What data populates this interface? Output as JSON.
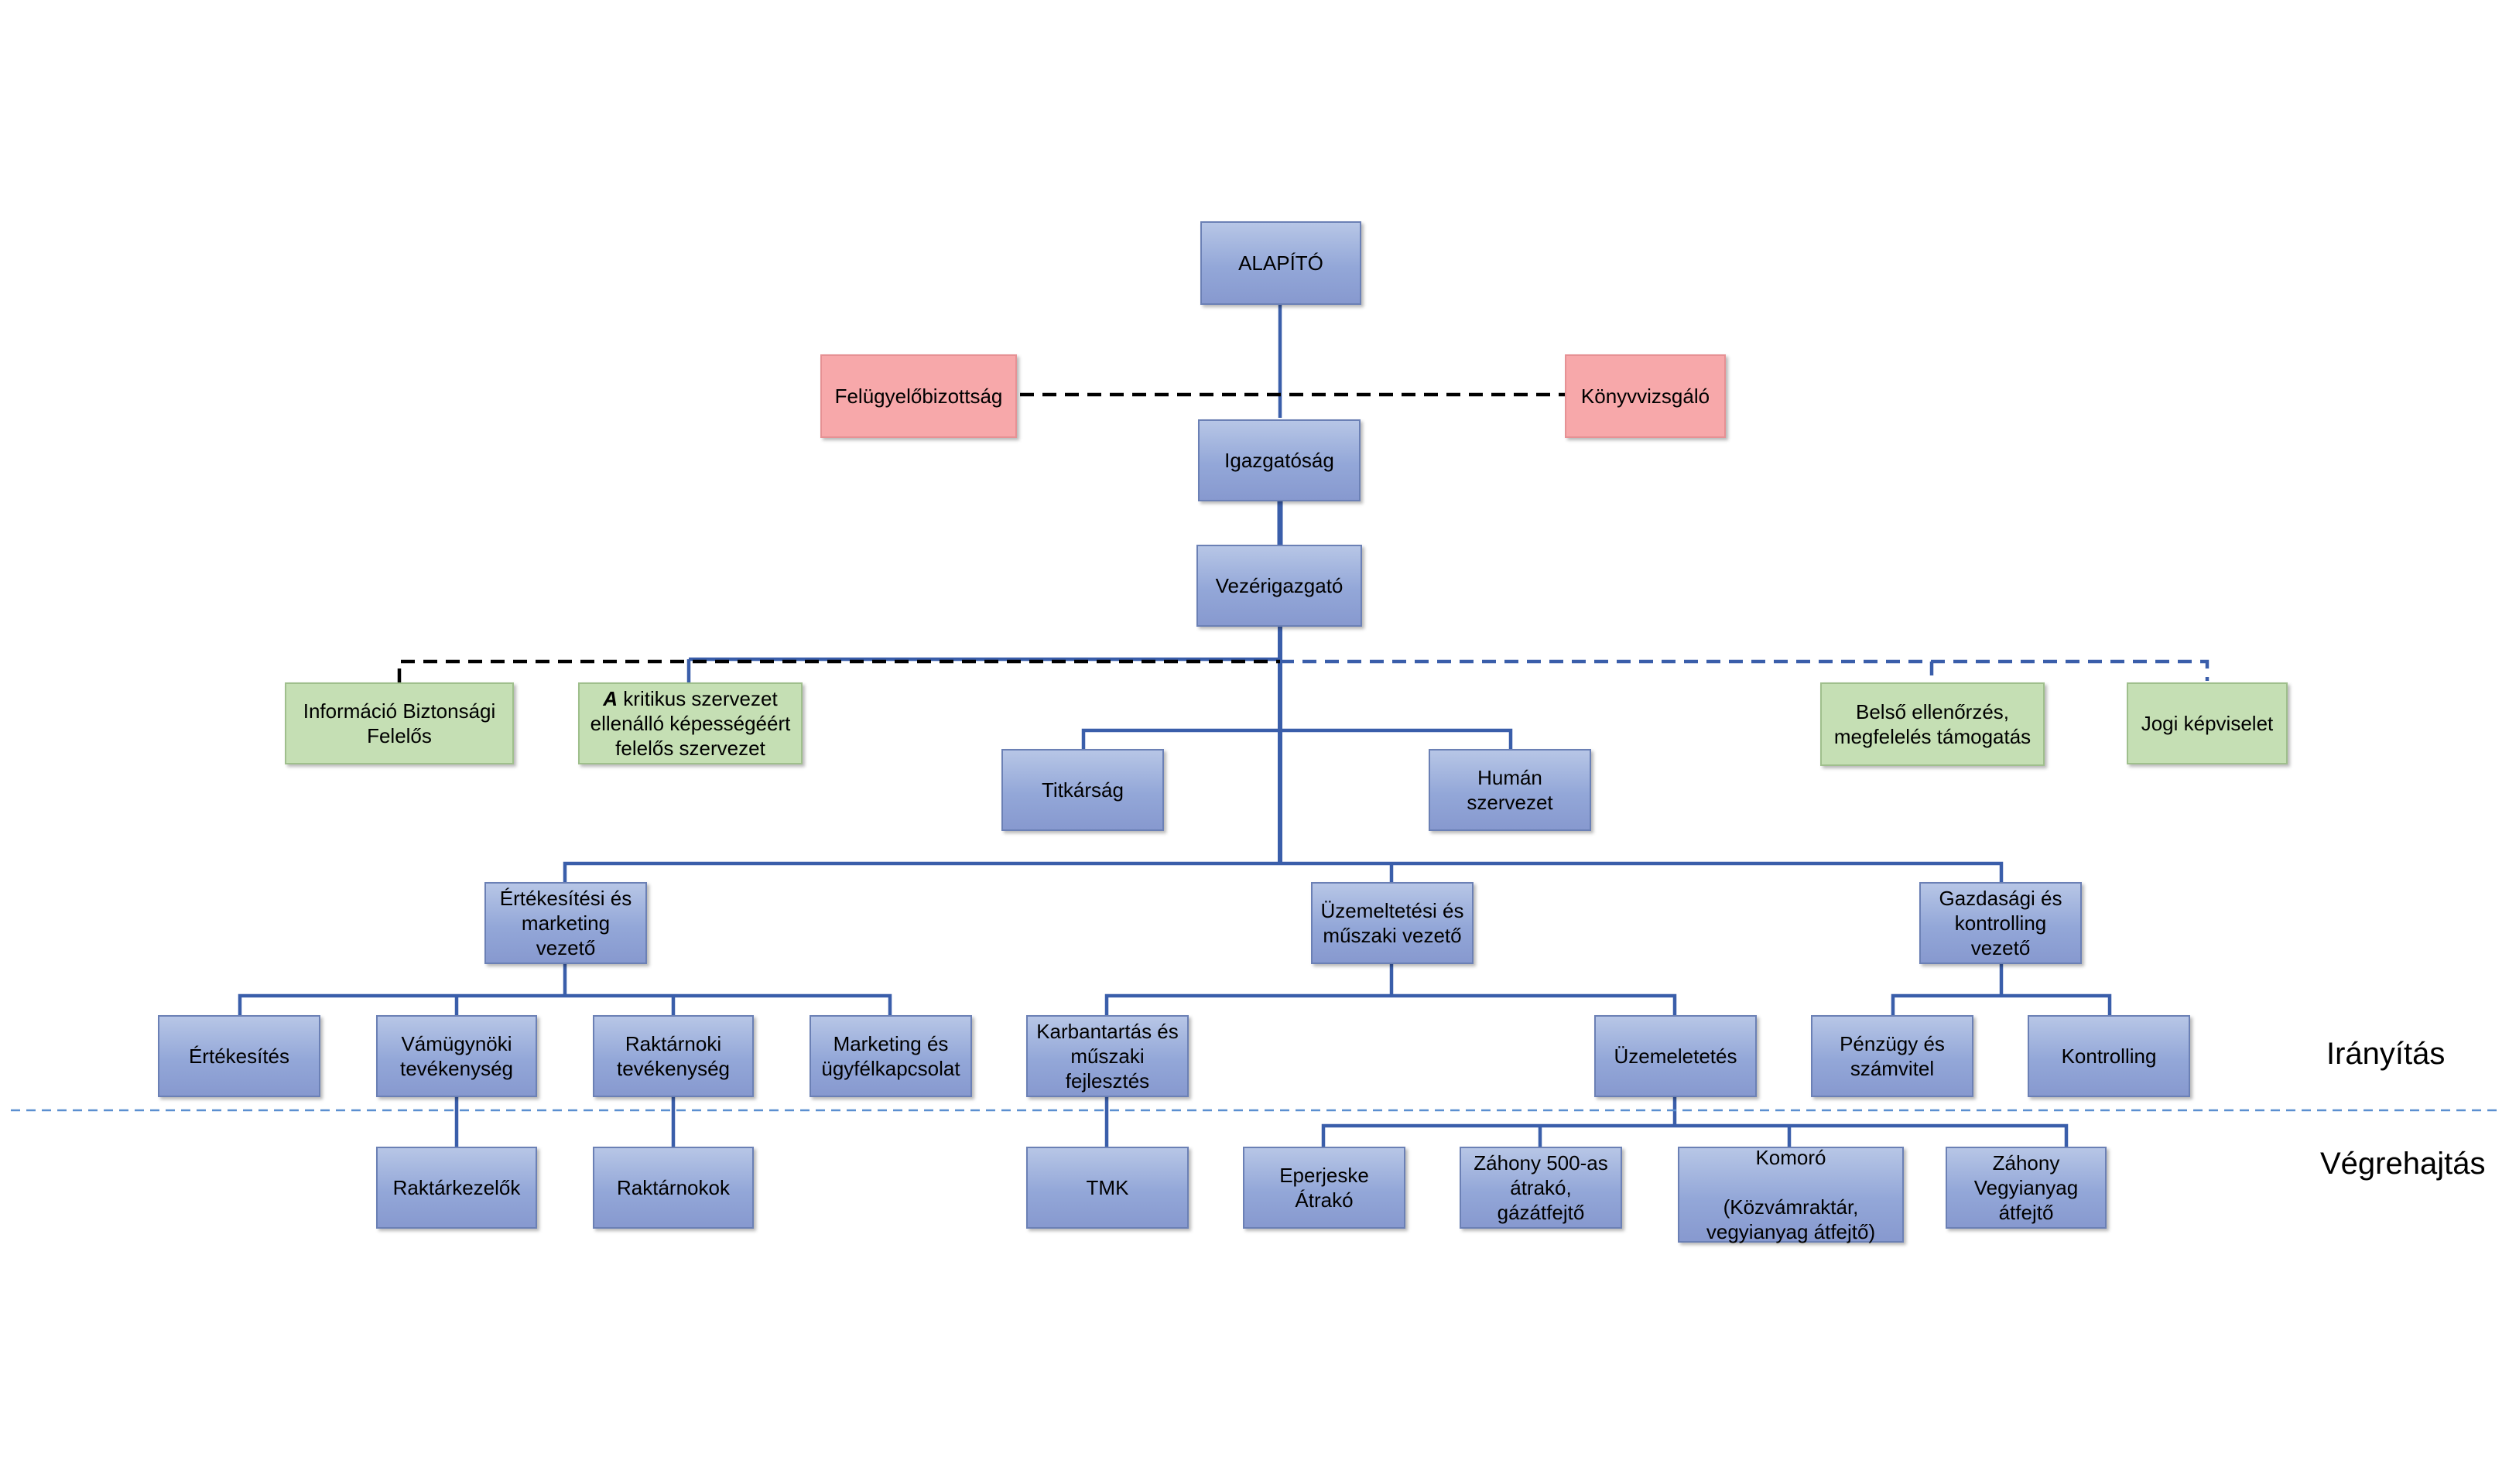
{
  "nodes": {
    "alapito": "ALAPÍTÓ",
    "felugyelobizottsag": "Felügyelőbizottság",
    "konyvvizsgalo": "Könyvvizsgáló",
    "igazgatosag": "Igazgatóság",
    "vezerigazgato": "Vezérigazgató",
    "informacio_biztonsagi": "Információ Biztonsági\nFelelős",
    "kritikus_a": "A",
    "kritikus_rest": " kritikus szervezet\nellenálló képességéért\nfelelős szervezet",
    "titkarsag": "Titkárság",
    "human": "Humán szervezet",
    "belso_ellenorzes": "Belső ellenőrzés,\nmegfelelés támogatás",
    "jogi": "Jogi képviselet",
    "ertekesitesi_vezeto": "Értékesítési és\nmarketing\nvezető",
    "uzemeltetesi_vezeto": "Üzemeltetési és\nműszaki vezető",
    "gazdasagi_vezeto": "Gazdasági és\nkontrolling\nvezető",
    "ertekesites": "Értékesítés",
    "vamugynoki": "Vámügynöki\ntevékenység",
    "raktarnoki": "Raktárnoki\ntevékenység",
    "marketing": "Marketing és\nügyfélkapcsolat",
    "karbantartas": "Karbantartás és\nműszaki\nfejlesztés",
    "uzemeletetes": "Üzemeletetés",
    "penzugy": "Pénzügy és\nszámvitel",
    "kontrolling": "Kontrolling",
    "raktarkezelok": "Raktárkezelők",
    "raktarnokok": "Raktárnokok",
    "tmk": "TMK",
    "eperjeske": "Eperjeske Átrakó",
    "zahony500": "Záhony 500-as\nátrakó,\ngázátfejtő",
    "komoro": "Komoró\n\n(Közvámraktár,\nvegyianyag átfejtő)",
    "zahony_vegyi": "Záhony\nVegyianyag\nátfejtő"
  },
  "levels": {
    "iranyitas": "Irányítás",
    "vegrehajtas": "Végrehajtás"
  },
  "colors": {
    "connector": "#3a5eaa",
    "dashed_black": "#000000",
    "divider": "#5b8fd0"
  }
}
